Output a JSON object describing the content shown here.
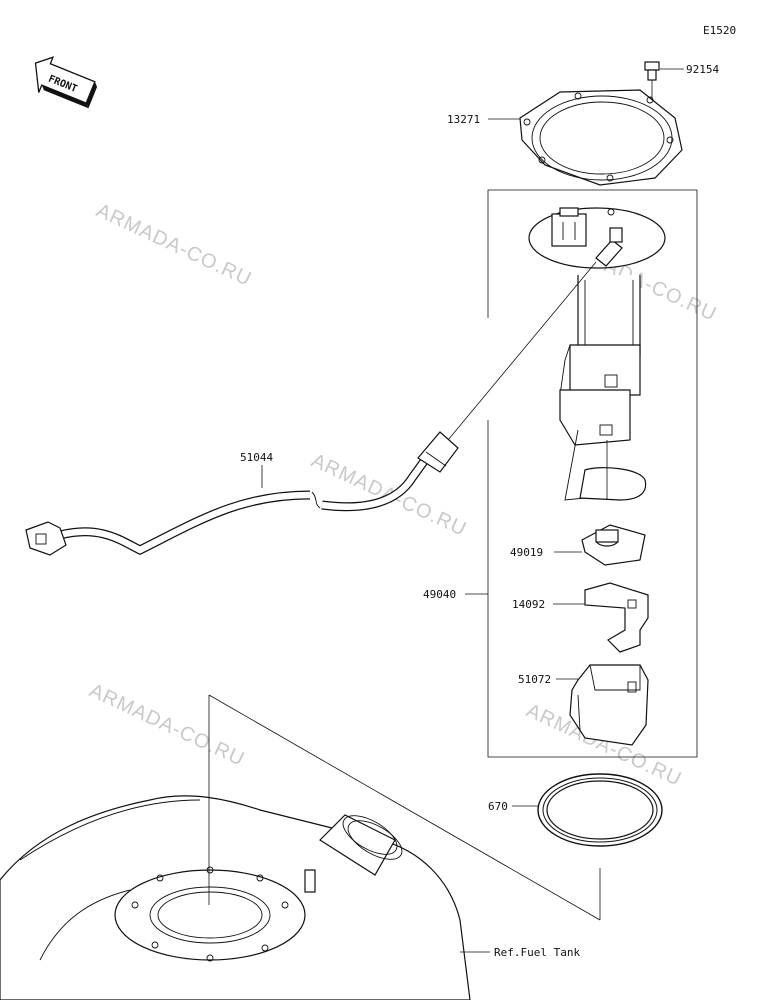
{
  "diagram_code": "E1520",
  "front_label": "FRONT",
  "watermark": "ARMADA-CO.RU",
  "parts": {
    "bolt": "92154",
    "gasket_plate": "13271",
    "hose": "51044",
    "fuel_pump_assy": "49040",
    "filter": "49019",
    "bracket": "14092",
    "case": "51072",
    "o_ring": "670"
  },
  "reference": "Ref.Fuel Tank"
}
